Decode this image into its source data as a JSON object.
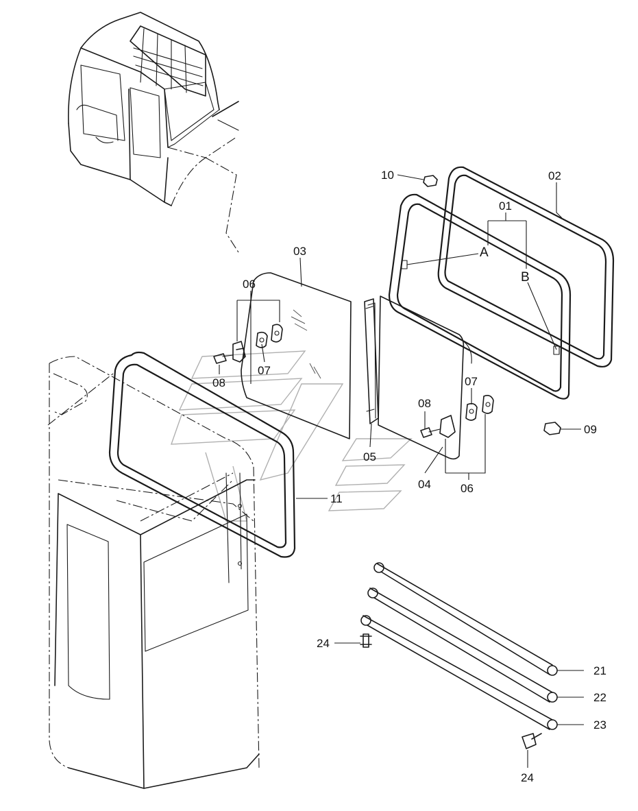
{
  "diagram": {
    "callouts": [
      {
        "id": "c01",
        "text": "01"
      },
      {
        "id": "c02",
        "text": "02"
      },
      {
        "id": "c03",
        "text": "03"
      },
      {
        "id": "c04",
        "text": "04"
      },
      {
        "id": "c05",
        "text": "05"
      },
      {
        "id": "c06a",
        "text": "06"
      },
      {
        "id": "c06b",
        "text": "06"
      },
      {
        "id": "c07a",
        "text": "07"
      },
      {
        "id": "c07b",
        "text": "07"
      },
      {
        "id": "c08a",
        "text": "08"
      },
      {
        "id": "c08b",
        "text": "08"
      },
      {
        "id": "c09",
        "text": "09"
      },
      {
        "id": "c10",
        "text": "10"
      },
      {
        "id": "c11",
        "text": "11"
      },
      {
        "id": "c21",
        "text": "21"
      },
      {
        "id": "c22",
        "text": "22"
      },
      {
        "id": "c23",
        "text": "23"
      },
      {
        "id": "c24a",
        "text": "24"
      },
      {
        "id": "c24b",
        "text": "24"
      },
      {
        "id": "cA",
        "text": "A"
      },
      {
        "id": "cB",
        "text": "B"
      }
    ]
  }
}
